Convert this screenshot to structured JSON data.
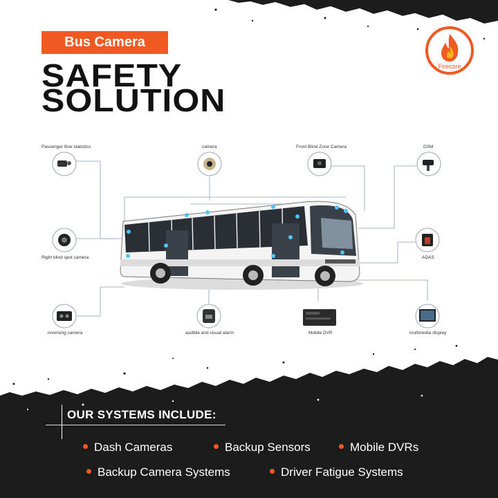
{
  "header": {
    "badge": "Bus Camera",
    "title_line1": "SAFETY",
    "title_line2": "SOLUTION",
    "logo_text": "Firecore"
  },
  "diagram": {
    "components": [
      {
        "label": "Passenger flow statistics",
        "icon": "passenger-counter-icon"
      },
      {
        "label": "camera",
        "icon": "dome-camera-icon"
      },
      {
        "label": "Front Blind Zone Camera",
        "icon": "front-camera-icon"
      },
      {
        "label": "DSM",
        "icon": "dsm-camera-icon"
      },
      {
        "label": "Right blind spot camera",
        "icon": "blind-spot-camera-icon"
      },
      {
        "label": "ADAS",
        "icon": "adas-camera-icon"
      },
      {
        "label": "reversing camera",
        "icon": "reversing-camera-icon"
      },
      {
        "label": "audible and visual alarm",
        "icon": "alarm-icon"
      },
      {
        "label": "Mobile DVR",
        "icon": "dvr-icon"
      },
      {
        "label": "multimedia display",
        "icon": "monitor-icon"
      }
    ]
  },
  "systems": {
    "title": "OUR SYSTEMS INCLUDE:",
    "items": [
      "Dash Cameras",
      "Backup Sensors",
      "Mobile DVRs",
      "Backup Camera Systems",
      "Driver Fatigue Systems"
    ]
  },
  "colors": {
    "accent": "#f05a22",
    "dark": "#1c1c1c",
    "paper": "#ffffff",
    "line": "#8aa0b4"
  }
}
